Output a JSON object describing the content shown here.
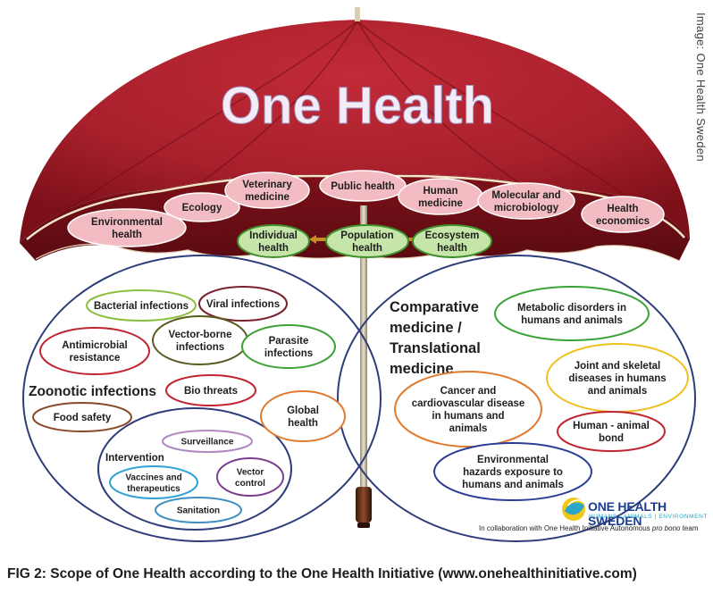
{
  "title": "One Health",
  "credit": "Image: One Health Sweden",
  "caption": "FIG 2: Scope of One Health according to the One Health Initiative (www.onehealthinitiative.com)",
  "colors": {
    "canopy": "#a8202c",
    "canopy_dark": "#6e0d16",
    "pink_bubble": "#f2bcc2",
    "green_bubble": "#c6e5a9",
    "green_border": "#3f8f2c",
    "circle_border": "#2e3d7a",
    "title": "#f3ecf7"
  },
  "canopy_labels": [
    {
      "id": "environmental-health",
      "lines": [
        "Environmental",
        "health"
      ]
    },
    {
      "id": "ecology",
      "lines": [
        "Ecology"
      ]
    },
    {
      "id": "veterinary-medicine",
      "lines": [
        "Veterinary",
        "medicine"
      ]
    },
    {
      "id": "public-health",
      "lines": [
        "Public health"
      ]
    },
    {
      "id": "human-medicine",
      "lines": [
        "Human",
        "medicine"
      ]
    },
    {
      "id": "molecular-microbiology",
      "lines": [
        "Molecular and",
        "microbiology"
      ]
    },
    {
      "id": "health-economics",
      "lines": [
        "Health",
        "economics"
      ]
    }
  ],
  "health_levels": [
    {
      "id": "individual-health",
      "lines": [
        "Individual",
        "health"
      ]
    },
    {
      "id": "population-health",
      "lines": [
        "Population",
        "health"
      ]
    },
    {
      "id": "ecosystem-health",
      "lines": [
        "Ecosystem",
        "health"
      ]
    }
  ],
  "zoonotic": {
    "heading": "Zoonotic infections",
    "items": [
      {
        "id": "bacterial-infections",
        "lines": [
          "Bacterial  infections"
        ],
        "color": "#8cbf3f"
      },
      {
        "id": "viral-infections",
        "lines": [
          "Viral infections"
        ],
        "color": "#7a1f2b"
      },
      {
        "id": "antimicrobial-resistance",
        "lines": [
          "Antimicrobial",
          "resistance"
        ],
        "color": "#c0242f"
      },
      {
        "id": "vector-borne-infections",
        "lines": [
          "Vector-borne",
          "infections"
        ],
        "color": "#5a5a1f"
      },
      {
        "id": "parasite-infections",
        "lines": [
          "Parasite",
          "infections"
        ],
        "color": "#3aa335"
      },
      {
        "id": "bio-threats",
        "lines": [
          "Bio threats"
        ],
        "color": "#c0242f"
      },
      {
        "id": "global-health",
        "lines": [
          "Global",
          "health"
        ],
        "color": "#e07a2e"
      },
      {
        "id": "food-safety",
        "lines": [
          "Food safety"
        ],
        "color": "#8a4a2a"
      }
    ],
    "intervention": {
      "heading": "Intervention",
      "items": [
        {
          "id": "surveillance",
          "lines": [
            "Surveillance"
          ],
          "color": "#b08ac0"
        },
        {
          "id": "vaccines-therapeutics",
          "lines": [
            "Vaccines and",
            "therapeutics"
          ],
          "color": "#2ea3d6"
        },
        {
          "id": "vector-control",
          "lines": [
            "Vector",
            "control"
          ],
          "color": "#7a3f8f"
        },
        {
          "id": "sanitation",
          "lines": [
            "Sanitation"
          ],
          "color": "#3f8fc0"
        }
      ]
    }
  },
  "comparative": {
    "heading_lines": [
      "Comparative",
      "medicine /",
      "Translational",
      "medicine"
    ],
    "items": [
      {
        "id": "metabolic-disorders",
        "lines": [
          "Metabolic disorders in",
          "humans and animals"
        ],
        "color": "#3aa335"
      },
      {
        "id": "joint-skeletal",
        "lines": [
          "Joint and skeletal",
          "diseases in humans",
          "and animals"
        ],
        "color": "#f0c020"
      },
      {
        "id": "cancer-cardiovascular",
        "lines": [
          "Cancer and",
          "cardiovascular disease",
          "in humans and",
          "animals"
        ],
        "color": "#e07a2e"
      },
      {
        "id": "human-animal-bond",
        "lines": [
          "Human - animal",
          "bond"
        ],
        "color": "#c0242f"
      },
      {
        "id": "environmental-hazards",
        "lines": [
          "Environmental",
          "hazards exposure to",
          "humans and animals"
        ],
        "color": "#2e3d9a"
      }
    ]
  },
  "logo": {
    "name": "ONE HEALTH SWEDEN",
    "tagline": "HUMANS | ANIMALS | ENVIRONMENT",
    "collab_prefix": "In collaboration with One Health Initiative Autonomous ",
    "collab_italic": "pro bono",
    "collab_suffix": " team"
  }
}
